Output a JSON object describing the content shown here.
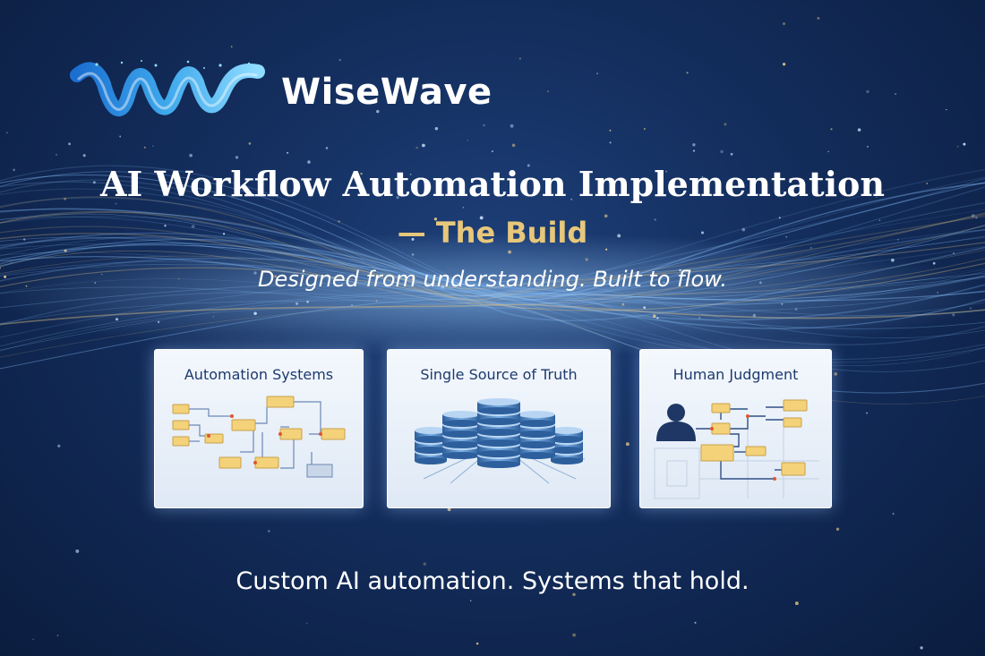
{
  "brand": {
    "name": "WiseWave"
  },
  "headline": "AI Workflow Automation Implementation",
  "subheadline": "— The Build",
  "tagline": "Designed from understanding. Built to flow.",
  "cards": [
    {
      "title": "Automation Systems",
      "icon": "workflow-diagram-icon"
    },
    {
      "title": "Single Source of Truth",
      "icon": "database-stack-icon"
    },
    {
      "title": "Human Judgment",
      "icon": "person-decision-flow-icon"
    }
  ],
  "footer": "Custom AI automation. Systems that hold.",
  "colors": {
    "background": "#132d5c",
    "accent_gold": "#e7c77a",
    "card_text": "#1d3a6e",
    "node_fill": "#f3d27a"
  }
}
